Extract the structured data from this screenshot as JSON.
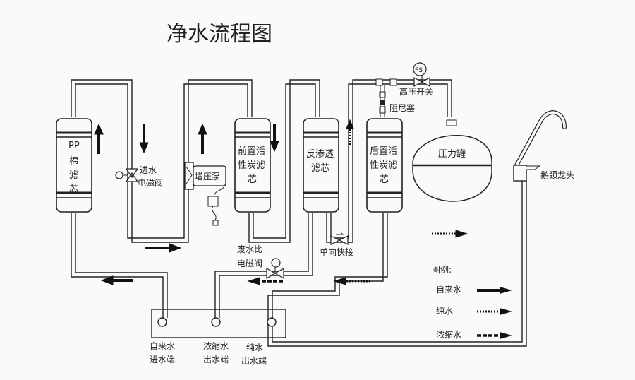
{
  "title": "净水流程图",
  "components": {
    "pp_filter": [
      "PP",
      "棉",
      "滤",
      "芯"
    ],
    "inlet_valve": [
      "进水",
      "电磁阀"
    ],
    "booster_pump": "增压泵",
    "pre_carbon": [
      "前置活",
      "性炭滤",
      "芯"
    ],
    "ro_membrane": [
      "反渗透",
      "滤芯"
    ],
    "post_carbon": [
      "后置活",
      "性炭滤",
      "芯"
    ],
    "damper": "阻尼塞",
    "high_pressure_switch": "高压开关",
    "pressure_switch_badge": "PS",
    "pressure_tank": "压力罐",
    "faucet": "鹅颈龙头",
    "waste_ratio_valve": [
      "废水比",
      "电磁阀"
    ],
    "check_valve": "单向快接"
  },
  "ports": {
    "tap_in": [
      "自来水",
      "进水端"
    ],
    "concentrate_out": [
      "浓缩水",
      "出水端"
    ],
    "pure_out": [
      "纯水",
      "出水端"
    ]
  },
  "legend": {
    "title": "图例:",
    "items": [
      {
        "label": "自来水",
        "style": "solid"
      },
      {
        "label": "纯水",
        "style": "dotted"
      },
      {
        "label": "浓缩水",
        "style": "dashed"
      }
    ]
  }
}
